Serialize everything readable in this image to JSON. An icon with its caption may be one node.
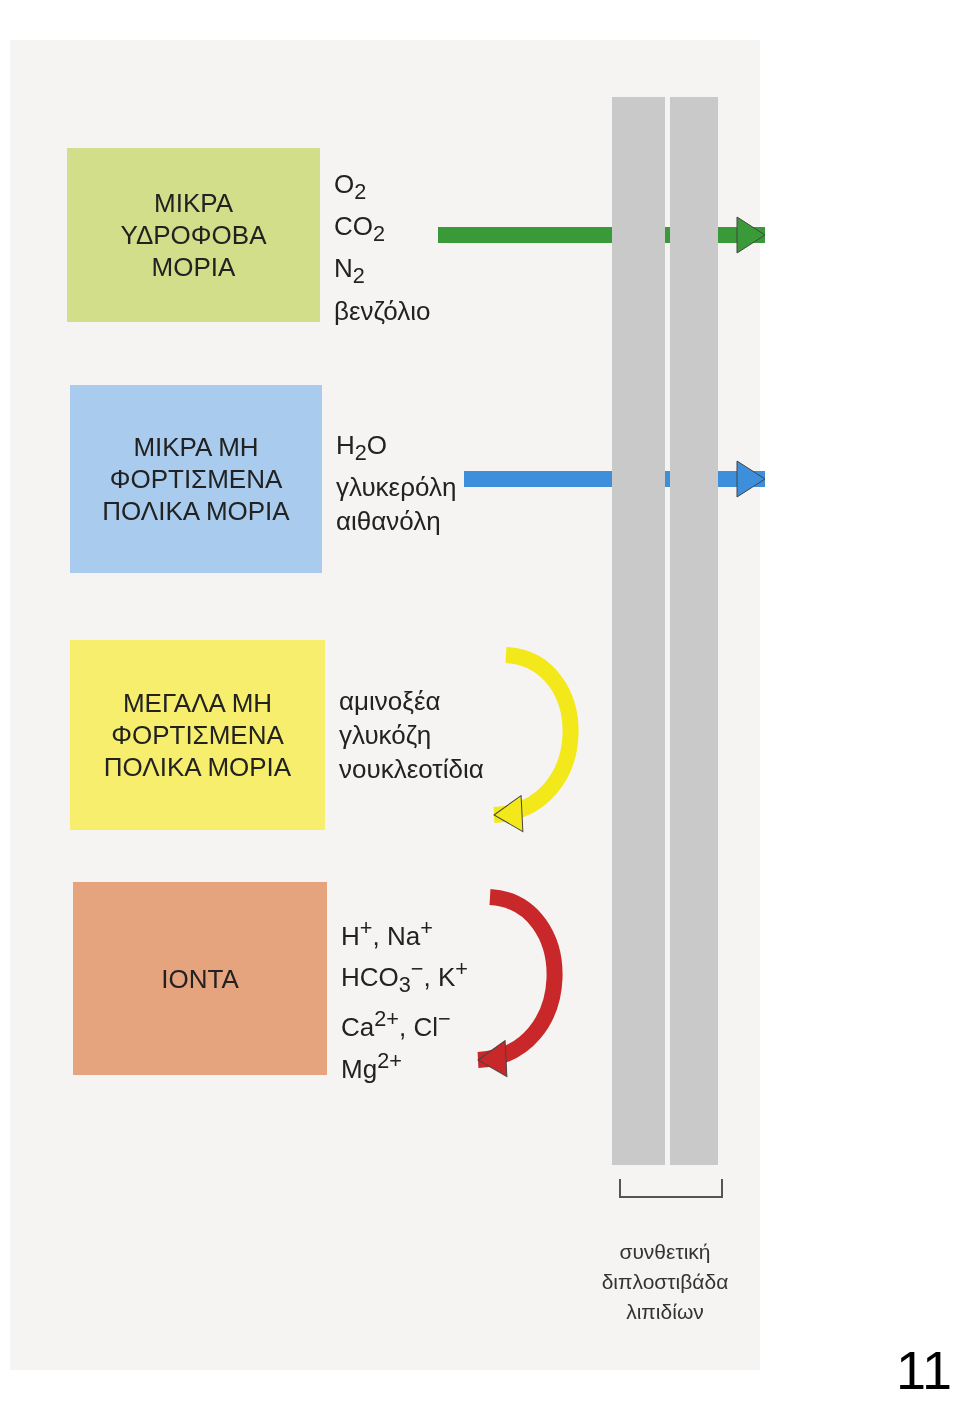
{
  "diagram": {
    "nodes": [
      {
        "text": [
          "ΜΙΚΡΑ ΥΔΡΟΦΟΒΑ ΜΟΡΙΑ"
        ],
        "beside": [
          "O$_{2}$",
          "CO$_{2}$",
          "N$_{2}$",
          "βενζόλιο"
        ]
      },
      {
        "text": [
          "ΜΙΚΡΑ ΜΗ ΦΟΡΤΙΣΜΕΝΑ ΠΟΛΙΚΑ ΜΟΡΙΑ"
        ],
        "beside": [
          "H$_{2}$O",
          "γλυκερόλη",
          "αιθανόλη"
        ]
      },
      {
        "text": [
          "ΜΕΓΑΛΑ ΜΗ ΦΟΡΤΙΣΜΕΝΑ ΠΟΛΙΚΑ ΜΟΡΙΑ"
        ],
        "beside": [
          "αμινοξέα",
          "γλυκόζη",
          "νουκλεοτίδια"
        ]
      },
      {
        "text": [
          "ΙΟΝΤΑ"
        ],
        "beside": [
          "H$^{+}$, Na$^{+}$",
          "HCO$_{3}$$^{−}$, K$^{+}$",
          "Ca$^{2+}$, Cl$^{−}$",
          "Mg$^{2+}$"
        ]
      },
      {
        "text": [],
        "shape": "bar",
        "beside": [
          "συνθετική διπλοστιβάδα λιπιδίων"
        ]
      }
    ],
    "edges": [
      {
        "from": 0,
        "to": 4,
        "arrow": "to",
        "color": "#3a9a3a"
      },
      {
        "from": 1,
        "to": 4,
        "arrow": "to",
        "color": "#3d8fdc"
      },
      {
        "from": null,
        "to": 2,
        "arrow": "to",
        "color": "#f2e81a"
      },
      {
        "from": null,
        "to": 3,
        "arrow": "to",
        "color": "#c8282a"
      }
    ],
    "labels": [
      "11"
    ]
  }
}
